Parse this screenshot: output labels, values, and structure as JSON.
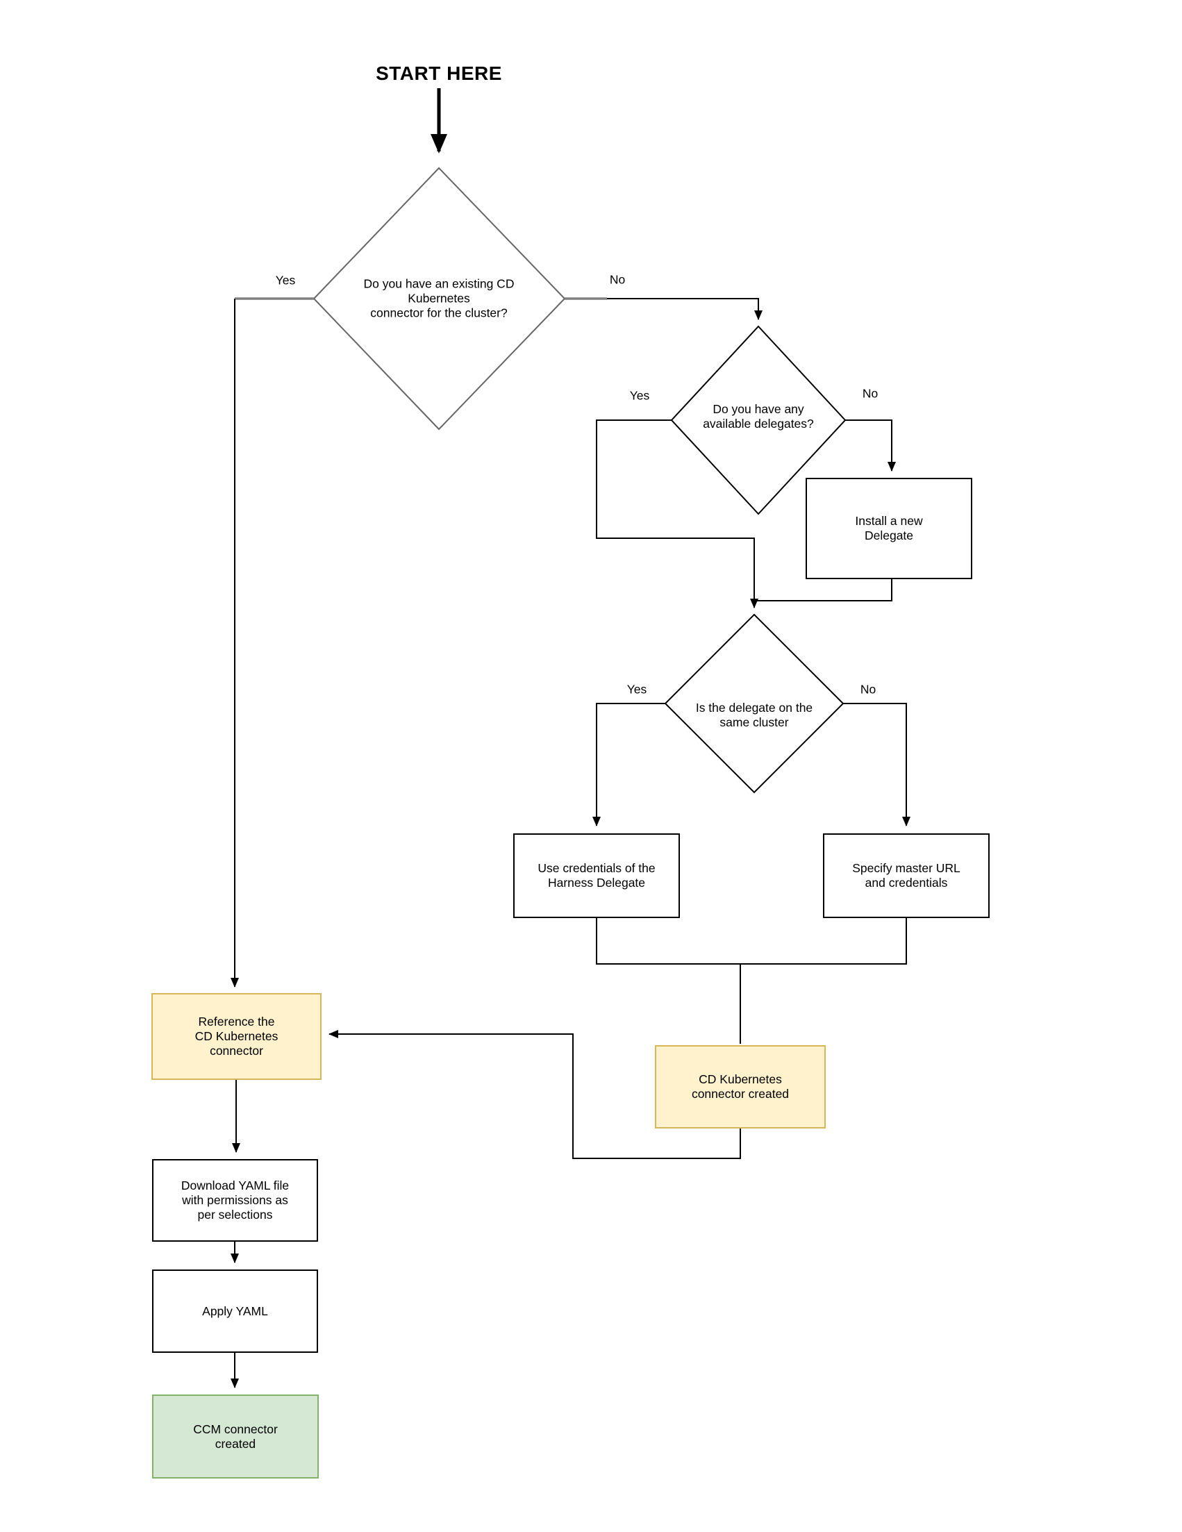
{
  "title": "START HERE",
  "decisions": {
    "existing_connector": {
      "text": "Do you have an existing CD\nKubernetes\nconnector for the cluster?",
      "yes": "Yes",
      "no": "No"
    },
    "available_delegates": {
      "text": "Do you have any\navailable delegates?",
      "yes": "Yes",
      "no": "No"
    },
    "same_cluster": {
      "text": "Is the delegate on the\nsame cluster",
      "yes": "Yes",
      "no": "No"
    }
  },
  "processes": {
    "install_delegate": "Install a new\nDelegate",
    "use_credentials": "Use credentials of the\nHarness Delegate",
    "specify_master": "Specify master URL\nand credentials",
    "reference_connector": "Reference the\nCD Kubernetes\nconnector",
    "cd_connector_created": "CD Kubernetes\nconnector created",
    "download_yaml": "Download YAML file\nwith permissions as\nper selections",
    "apply_yaml": "Apply YAML",
    "ccm_connector_created": "CCM connector\ncreated"
  },
  "colors": {
    "line": "#000000",
    "decision_stroke": "#666666",
    "gray_stub": "#808080",
    "process_border": "#000000",
    "highlight_fill": "#FFF2CC",
    "highlight_border": "#D6B656",
    "success_fill": "#D5E8D4",
    "success_border": "#82B366"
  }
}
